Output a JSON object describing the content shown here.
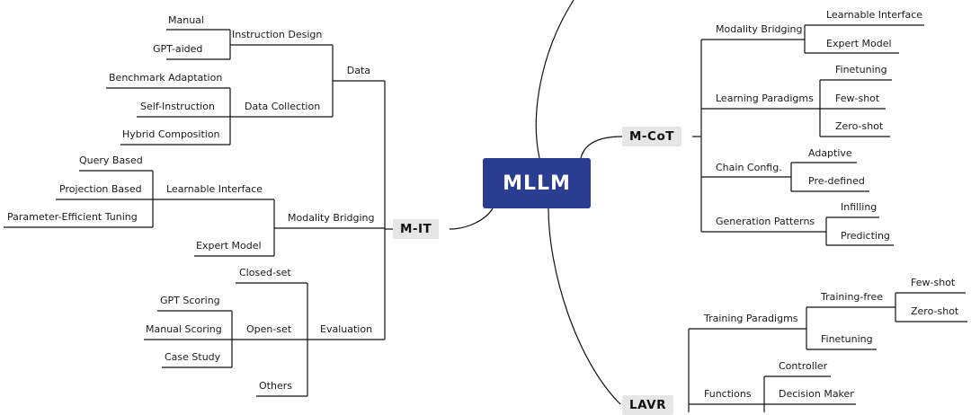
{
  "root": "MLLM",
  "hubs": {
    "mit": "M-IT",
    "mcot": "M-CoT",
    "lavr": "LAVR"
  },
  "mit": {
    "data": "Data",
    "instruction_design": "Instruction Design",
    "manual": "Manual",
    "gpt_aided": "GPT-aided",
    "data_collection": "Data Collection",
    "benchmark_adaptation": "Benchmark Adaptation",
    "self_instruction": "Self-Instruction",
    "hybrid_composition": "Hybrid Composition",
    "modality_bridging": "Modality Bridging",
    "learnable_interface": "Learnable Interface",
    "query_based": "Query Based",
    "projection_based": "Projection Based",
    "peft": "Parameter-Efficient Tuning",
    "expert_model": "Expert Model",
    "evaluation": "Evaluation",
    "closed_set": "Closed-set",
    "open_set": "Open-set",
    "gpt_scoring": "GPT Scoring",
    "manual_scoring": "Manual Scoring",
    "case_study": "Case Study",
    "others": "Others"
  },
  "mcot": {
    "modality_bridging": "Modality Bridging",
    "learnable_interface": "Learnable Interface",
    "expert_model": "Expert Model",
    "learning_paradigms": "Learning Paradigms",
    "finetuning": "Finetuning",
    "few_shot": "Few-shot",
    "zero_shot": "Zero-shot",
    "chain_config": "Chain Config.",
    "adaptive": "Adaptive",
    "pre_defined": "Pre-defined",
    "generation_patterns": "Generation Patterns",
    "infilling": "Infilling",
    "predicting": "Predicting"
  },
  "lavr": {
    "training_paradigms": "Training Paradigms",
    "training_free": "Training-free",
    "few_shot": "Few-shot",
    "zero_shot": "Zero-shot",
    "finetuning": "Finetuning",
    "functions": "Functions",
    "controller": "Controller",
    "decision_maker": "Decision Maker"
  }
}
